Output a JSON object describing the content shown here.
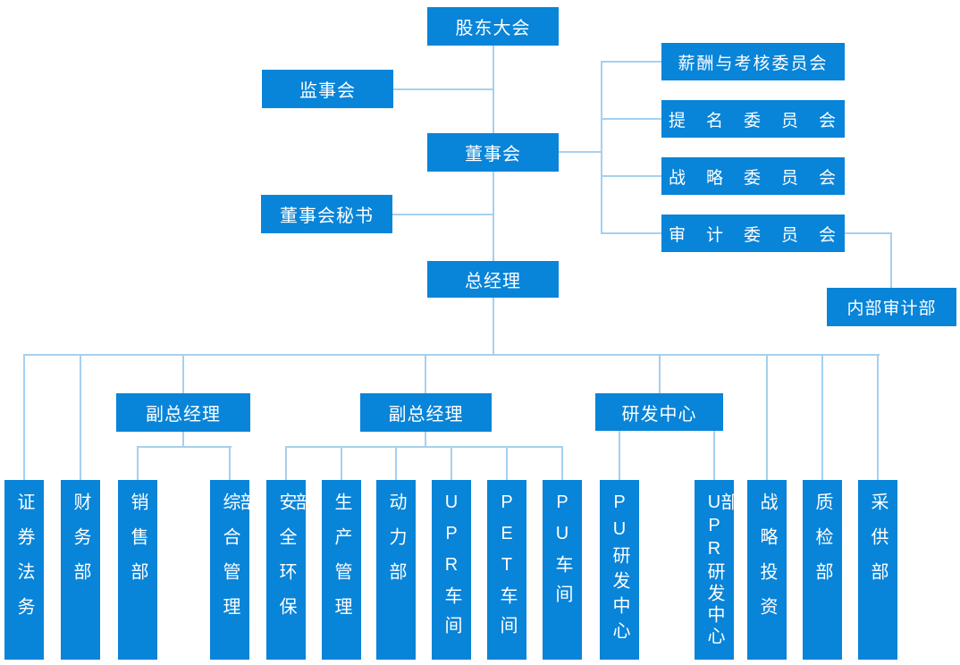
{
  "colors": {
    "node_fill": "#0884d8",
    "node_text": "#ffffff",
    "connector": "#a6d0ee"
  },
  "nodes": {
    "shareholders_meeting": "股东大会",
    "supervisory_board": "监事会",
    "board_of_directors": "董事会",
    "remuneration_committee": "薪酬与考核委员会",
    "nomination_committee": "提　名　委　员　会",
    "strategy_committee": "战　略　委　员　会",
    "audit_committee": "审　计　委　员　会",
    "internal_audit_dept": "内部审计部",
    "board_secretary": "董事会秘书",
    "general_manager": "总经理",
    "deputy_gm_1": "副总经理",
    "deputy_gm_2": "副总经理",
    "rd_center": "研发中心",
    "securities_legal_dept": "证券法务部",
    "finance_dept": "财务部",
    "sales_dept": "销售部",
    "general_mgmt_dept": "综合管理部",
    "safety_env_dept": "安全环保部",
    "production_mgmt_dept": "生产管理部",
    "power_dept": "动力部",
    "upr_workshop": "UPR车间",
    "pet_workshop": "PET车间",
    "pu_workshop": "PU车间",
    "pu_rd_center": "PU研发中心",
    "upr_rd_center": "UPR研发中心",
    "strategic_investment_dept": "战略投资部",
    "quality_inspection_dept": "质检部",
    "purchasing_supply_dept": "采供部"
  },
  "hierarchy": [
    {
      "parent": "shareholders_meeting",
      "child": "supervisory_board"
    },
    {
      "parent": "shareholders_meeting",
      "child": "board_of_directors"
    },
    {
      "parent": "board_of_directors",
      "child": "remuneration_committee"
    },
    {
      "parent": "board_of_directors",
      "child": "nomination_committee"
    },
    {
      "parent": "board_of_directors",
      "child": "strategy_committee"
    },
    {
      "parent": "board_of_directors",
      "child": "audit_committee"
    },
    {
      "parent": "audit_committee",
      "child": "internal_audit_dept"
    },
    {
      "parent": "board_of_directors",
      "child": "board_secretary"
    },
    {
      "parent": "board_of_directors",
      "child": "general_manager"
    },
    {
      "parent": "general_manager",
      "child": "securities_legal_dept"
    },
    {
      "parent": "general_manager",
      "child": "finance_dept"
    },
    {
      "parent": "general_manager",
      "child": "deputy_gm_1"
    },
    {
      "parent": "general_manager",
      "child": "deputy_gm_2"
    },
    {
      "parent": "general_manager",
      "child": "rd_center"
    },
    {
      "parent": "general_manager",
      "child": "strategic_investment_dept"
    },
    {
      "parent": "general_manager",
      "child": "quality_inspection_dept"
    },
    {
      "parent": "general_manager",
      "child": "purchasing_supply_dept"
    },
    {
      "parent": "deputy_gm_1",
      "child": "sales_dept"
    },
    {
      "parent": "deputy_gm_1",
      "child": "general_mgmt_dept"
    },
    {
      "parent": "deputy_gm_2",
      "child": "safety_env_dept"
    },
    {
      "parent": "deputy_gm_2",
      "child": "production_mgmt_dept"
    },
    {
      "parent": "deputy_gm_2",
      "child": "power_dept"
    },
    {
      "parent": "deputy_gm_2",
      "child": "upr_workshop"
    },
    {
      "parent": "deputy_gm_2",
      "child": "pet_workshop"
    },
    {
      "parent": "deputy_gm_2",
      "child": "pu_workshop"
    },
    {
      "parent": "rd_center",
      "child": "pu_rd_center"
    },
    {
      "parent": "rd_center",
      "child": "upr_rd_center"
    }
  ]
}
